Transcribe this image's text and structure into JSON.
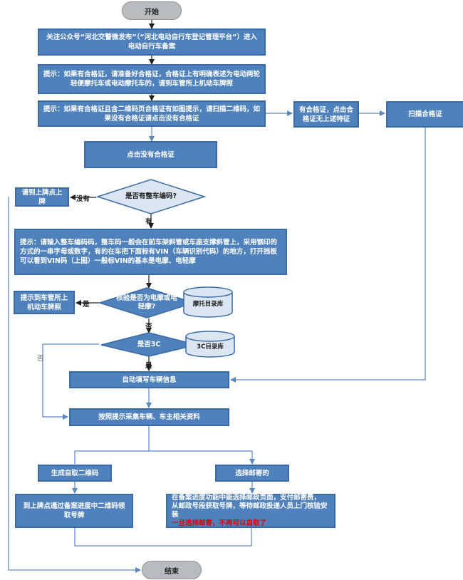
{
  "start": "开始",
  "end": "结束",
  "step1": "关注公众号“河北交警微发布”（“河北电动自行车登记管理平台”）进入电动自行车备案",
  "step2": "提示：如果有合格证，请准备好合格证，合格证上有明确表述为电动两轮轻便摩托车或电动摩托车的，请到车管所上机动车牌照",
  "step3": "提示：如果有合格证且含二维码页合格证有如图提示，请扫描二维码，如果没有合格证请点击没有合格证",
  "right_box1": "有合格证，点击合格证无上述特征",
  "right_box2": "扫描合格证",
  "no_cert": "点击没有合格证",
  "decision1": "是否有整车编码?",
  "label_no": "没有",
  "label_yes": "有",
  "go_plate": "请到上牌点上牌",
  "step_vin": "提示：请输入整车编码码，整车码一般会在前车架斜管或车座支撑斜管上，采用钢印的方式的一串字母或数字，有的在车把下面标有VIN（车辆识别代码）的地方，打开挡板可以看到VIN码（上图）一般标VIN的基本是电摩、电轻摩",
  "moto_box": "提示到车管所上机动车牌照",
  "decision2": "核验是否为电摩或电轻摩?",
  "db1": "摩托目录库",
  "label_shi": "是",
  "label_fou": "否",
  "decision3": "是否3C",
  "db2": "3C目录库",
  "label_shi2": "是",
  "label_fou2": "否",
  "auto_fill": "自动填写车辆信息",
  "collect": "按照提示采集车辆、车主相关资料",
  "qr_gen": "生成自取二维码",
  "mail_choose": "选择邮寄的",
  "pickup": "到上牌点通过备案进度中二维码领取号牌",
  "mail_detail_1": "在备案进度功能中能选择邮政页面，支付邮寄费，",
  "mail_detail_2": "从邮政号段获取号牌，等待邮政投递人员上门核验安装",
  "mail_warning": "一旦选择邮寄，不再可以自取了",
  "colors": {
    "box": "#4f81bd",
    "terminal": "#b9bcbf",
    "warning": "#e00000"
  }
}
